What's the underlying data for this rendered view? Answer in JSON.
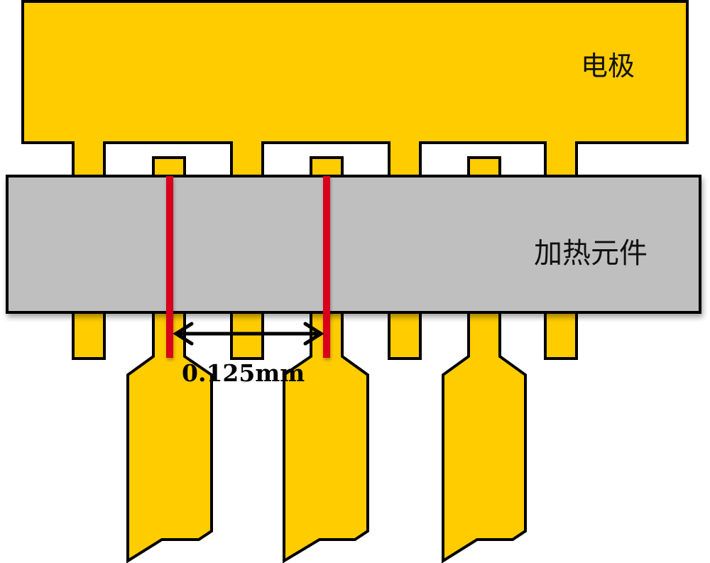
{
  "labels": {
    "electrode": "电极",
    "heater": "加热元件",
    "dimension": "0.125mm"
  },
  "colors": {
    "electrode_fill": "#ffcc00",
    "heater_fill": "#bfbfbf",
    "marker_line": "#d9001b",
    "outline": "#000000"
  }
}
